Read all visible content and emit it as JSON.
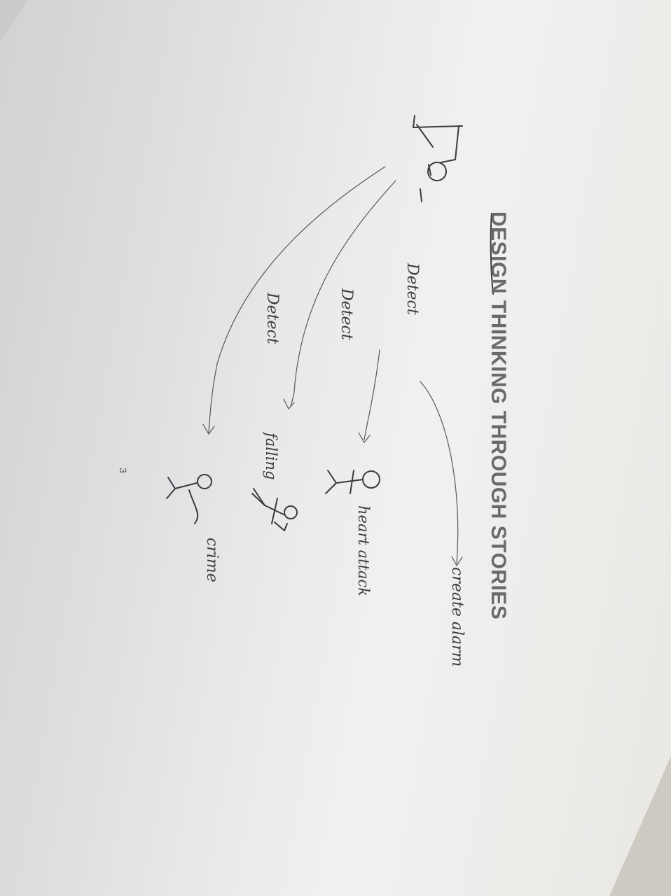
{
  "page": {
    "title": "DESIGN THINKING THROUGH STORIES",
    "page_number": "3"
  },
  "handwriting": {
    "detect_top": "Detect",
    "detect_middle": "Detect",
    "detect_bottom": "Detect",
    "create_alarm": "create alarm",
    "heart_attack": "heart attack",
    "falling": "falling",
    "crime": "crime"
  }
}
